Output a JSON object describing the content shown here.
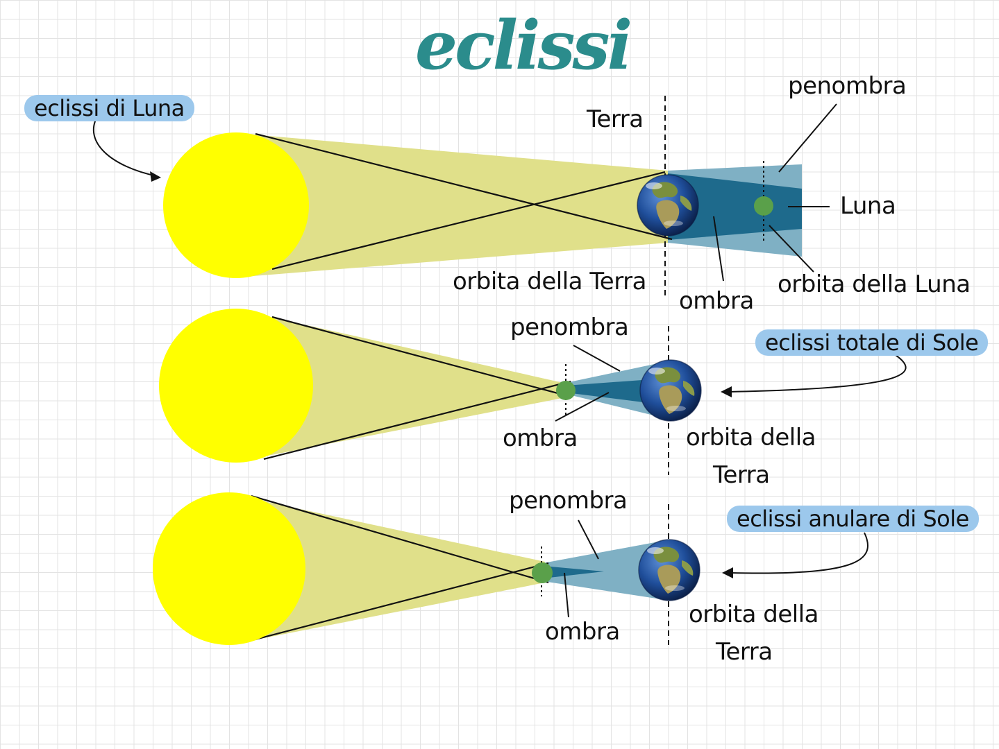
{
  "title": "eclissi",
  "colors": {
    "accent": "#2b8c8c",
    "highlight": "#9cc8ec",
    "sun": "#ffff00",
    "sunlight": "#e0e08a",
    "umbra": "#1e6a8c",
    "penumbra": "#7fb0c4",
    "moon": "#5aa04a",
    "earth_ocean": "#1f4e9a",
    "earth_land": "#6f8b3c"
  },
  "panels": {
    "lunar": {
      "name": "eclissi di Luna",
      "earth_label": "Terra",
      "penumbra_label": "penombra",
      "moon_label": "Luna",
      "earth_orbit_label": "orbita della Terra",
      "umbra_label": "ombra",
      "moon_orbit_label": "orbita della Luna"
    },
    "total": {
      "name": "eclissi totale di Sole",
      "penumbra_label": "penombra",
      "umbra_label": "ombra",
      "earth_orbit_line1": "orbita della",
      "earth_orbit_line2": "Terra"
    },
    "annular": {
      "name": "eclissi anulare di Sole",
      "penumbra_label": "penombra",
      "umbra_label": "ombra",
      "earth_orbit_line1": "orbita della",
      "earth_orbit_line2": "Terra"
    }
  }
}
